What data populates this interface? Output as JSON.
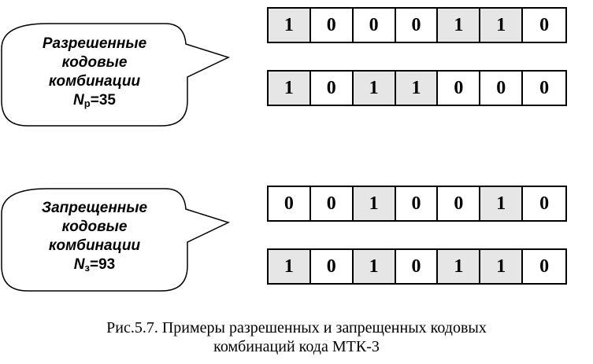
{
  "groups": [
    {
      "label_line1": "Разрешенные",
      "label_line2": "кодовые",
      "label_line3": "комбинации",
      "count_symbol": "N",
      "count_sub": "р",
      "count_value": "=35",
      "rows": [
        {
          "bits": [
            "1",
            "0",
            "0",
            "0",
            "1",
            "1",
            "0"
          ],
          "shaded": [
            true,
            false,
            false,
            false,
            true,
            true,
            false
          ]
        },
        {
          "bits": [
            "1",
            "0",
            "1",
            "1",
            "0",
            "0",
            "0"
          ],
          "shaded": [
            true,
            false,
            true,
            true,
            false,
            false,
            false
          ]
        }
      ]
    },
    {
      "label_line1": "Запрещенные",
      "label_line2": "кодовые",
      "label_line3": "комбинации",
      "count_symbol": "N",
      "count_sub": "з",
      "count_value": "=93",
      "rows": [
        {
          "bits": [
            "0",
            "0",
            "1",
            "0",
            "0",
            "1",
            "0"
          ],
          "shaded": [
            false,
            false,
            true,
            false,
            false,
            true,
            false
          ]
        },
        {
          "bits": [
            "1",
            "0",
            "1",
            "0",
            "1",
            "1",
            "0"
          ],
          "shaded": [
            true,
            false,
            true,
            false,
            true,
            true,
            false
          ]
        }
      ]
    }
  ],
  "caption_line1": "Рис.5.7. Примеры разрешенных и запрещенных кодовых",
  "caption_line2": "комбинаций кода МТК-3",
  "colors": {
    "shaded_cell": "#e6e6e6",
    "outline": "#000000"
  }
}
